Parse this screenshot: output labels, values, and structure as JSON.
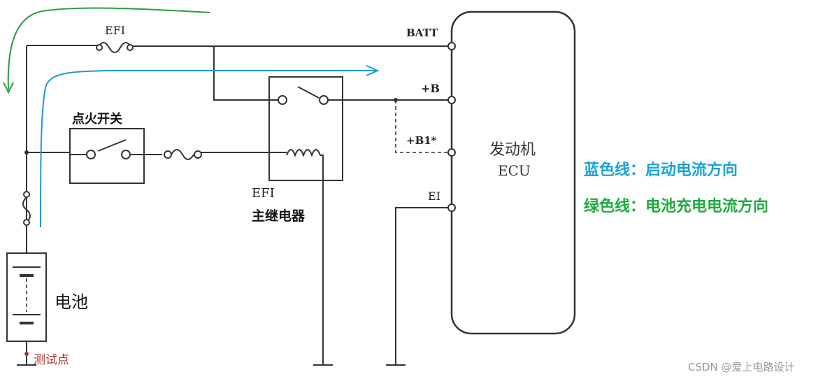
{
  "labels": {
    "ef1_fuse": "EFI",
    "batt": "BATT",
    "plus_b": "+B",
    "plus_b1": "+B1*",
    "e1": "EI",
    "ignition_switch": "点火开关",
    "relay_line1": "EFI",
    "relay_line2": "主继电器",
    "ecu_line1": "发动机",
    "ecu_line2": "ECU",
    "battery": "电池",
    "test_point": "测试点",
    "watermark": "CSDN @爱上电路设计"
  },
  "legend": {
    "blue": "蓝色线：启动电流方向",
    "green": "绿色线：电池充电电流方向"
  },
  "colors": {
    "blue_line": "#2196d8",
    "green_line": "#2a9d3a",
    "blue_text": "#1aa3d9",
    "green_text": "#1faa3f",
    "test_point": "#b03030"
  },
  "icons": [
    "battery-icon",
    "fuse-icon",
    "switch-icon",
    "relay-coil-icon",
    "ground-icon"
  ]
}
